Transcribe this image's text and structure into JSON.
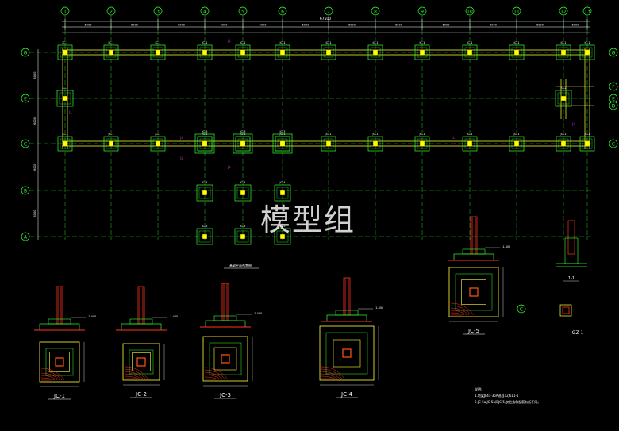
{
  "watermark": "模型组",
  "colors": {
    "background": "#000000",
    "axis": "#33ff33",
    "beam": "#ffff33",
    "footing": "#33ff33",
    "column": "#ffff00",
    "rebar": "#ff3322",
    "text": "#ffffff",
    "dim": "#ffffff",
    "mark": "#cc33cc"
  },
  "axes": {
    "columns": [
      "1",
      "2",
      "3",
      "4",
      "5",
      "6",
      "7",
      "8",
      "9",
      "10",
      "11",
      "12",
      "13"
    ],
    "rows": [
      "G",
      "E",
      "C",
      "B",
      "A"
    ],
    "rows_right": [
      "G",
      "F",
      "E",
      "D",
      "C"
    ],
    "overall_dim": "67500"
  },
  "plan": {
    "title": "基础平面布置图",
    "footing_labels": [
      "JC-1",
      "JC-2",
      "JC-3",
      "JC-4",
      "JC-5"
    ],
    "beam_label": "JL"
  },
  "details": [
    {
      "name": "JC-1",
      "elevation": "-1.400"
    },
    {
      "name": "JC-2",
      "elevation": "-1.400"
    },
    {
      "name": "JC-3",
      "elevation": "-1.400"
    },
    {
      "name": "JC-4",
      "elevation": "-1.400"
    },
    {
      "name": "JC-5",
      "elevation": "-1.400"
    }
  ],
  "section": {
    "title": "1-1"
  },
  "beam_detail": {
    "title": "GZ-1"
  },
  "notes": {
    "heading": "说明:",
    "line1": "1.地梁JL41-36A选自12J611-1",
    "line2": "2.JC-5a,JC-5b同JC-5,仅柱角和配筋有所不同。"
  }
}
